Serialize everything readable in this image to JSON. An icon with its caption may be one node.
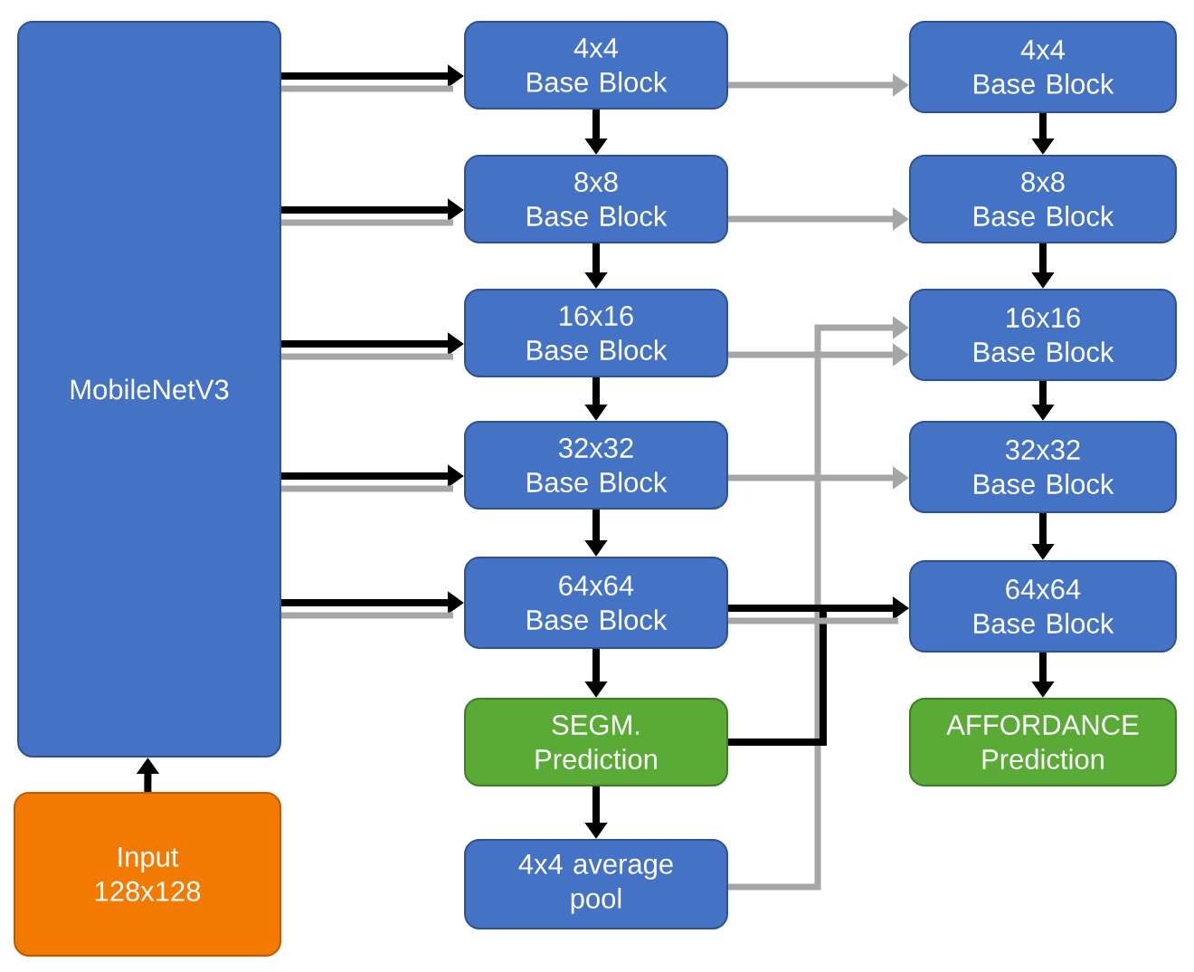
{
  "diagram": {
    "nodes": [
      {
        "text": [
          "MobileNetV3"
        ]
      },
      {
        "text": [
          "Input 128x128"
        ]
      },
      {
        "text": [
          "4x4",
          "Base Block"
        ]
      },
      {
        "text": [
          "8x8",
          "Base Block"
        ]
      },
      {
        "text": [
          "16x16",
          "Base Block"
        ]
      },
      {
        "text": [
          "32x32",
          "Base Block"
        ]
      },
      {
        "text": [
          "64x64",
          "Base Block"
        ]
      },
      {
        "text": [
          "SEGM. Prediction"
        ]
      },
      {
        "text": [
          "4x4 average pool"
        ]
      },
      {
        "text": [
          "4x4",
          "Base Block"
        ]
      },
      {
        "text": [
          "8x8",
          "Base Block"
        ]
      },
      {
        "text": [
          "16x16",
          "Base Block"
        ]
      },
      {
        "text": [
          "32x32",
          "Base Block"
        ]
      },
      {
        "text": [
          "64x64",
          "Base Block"
        ]
      },
      {
        "text": [
          "AFFORDANCE Prediction"
        ]
      }
    ],
    "edges": [
      {
        "from": 1,
        "to": 0,
        "arrow": "to"
      },
      {
        "from": 0,
        "to": 2,
        "arrow": "to"
      },
      {
        "from": 0,
        "to": 3,
        "arrow": "to"
      },
      {
        "from": 0,
        "to": 4,
        "arrow": "to"
      },
      {
        "from": 0,
        "to": 5,
        "arrow": "to"
      },
      {
        "from": 0,
        "to": 6,
        "arrow": "to"
      },
      {
        "from": 2,
        "to": 3,
        "arrow": "to"
      },
      {
        "from": 3,
        "to": 4,
        "arrow": "to"
      },
      {
        "from": 4,
        "to": 5,
        "arrow": "to"
      },
      {
        "from": 5,
        "to": 6,
        "arrow": "to"
      },
      {
        "from": 6,
        "to": 7,
        "arrow": "to"
      },
      {
        "from": 7,
        "to": 8,
        "arrow": "to"
      },
      {
        "from": 9,
        "to": 10,
        "arrow": "to"
      },
      {
        "from": 10,
        "to": 11,
        "arrow": "to"
      },
      {
        "from": 11,
        "to": 12,
        "arrow": "to"
      },
      {
        "from": 12,
        "to": 13,
        "arrow": "to"
      },
      {
        "from": 13,
        "to": 14,
        "arrow": "to"
      },
      {
        "from": 2,
        "to": 9,
        "arrow": "to",
        "color": "#a6a6a6"
      },
      {
        "from": 3,
        "to": 10,
        "arrow": "to",
        "color": "#a6a6a6"
      },
      {
        "from": 4,
        "to": 11,
        "arrow": "to",
        "color": "#a6a6a6"
      },
      {
        "from": 5,
        "to": 12,
        "arrow": "to",
        "color": "#a6a6a6"
      },
      {
        "from": 8,
        "to": 11,
        "arrow": "to",
        "color": "#a6a6a6"
      },
      {
        "from": 6,
        "to": 13,
        "arrow": "to"
      },
      {
        "from": 7,
        "to": 13,
        "arrow": "to"
      },
      {
        "from": 0,
        "to": 2,
        "arrow": "none",
        "color": "#a6a6a6"
      },
      {
        "from": 0,
        "to": 3,
        "arrow": "none",
        "color": "#a6a6a6"
      },
      {
        "from": 0,
        "to": 4,
        "arrow": "none",
        "color": "#a6a6a6"
      },
      {
        "from": 0,
        "to": 5,
        "arrow": "none",
        "color": "#a6a6a6"
      },
      {
        "from": 0,
        "to": 6,
        "arrow": "none",
        "color": "#a6a6a6"
      },
      {
        "from": 6,
        "to": 13,
        "arrow": "none",
        "color": "#a6a6a6"
      }
    ]
  }
}
